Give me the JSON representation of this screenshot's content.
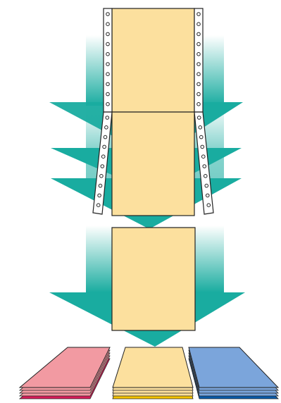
{
  "diagram": {
    "colors": {
      "paper": "#fce09e",
      "paper_stroke": "#222222",
      "arrow": "#19aca0",
      "arrow_fade": "#ffffff",
      "strip": "#ffffff",
      "hole": "#ffffff",
      "stack_red": "#f29aa2",
      "stack_red_edge": "#d81d5a",
      "stack_yellow": "#fce09e",
      "stack_yellow_edge": "#f5c400",
      "stack_blue": "#7ba5db",
      "stack_blue_edge": "#0a5aa8"
    },
    "stages": [
      "continuous-form-paper",
      "separated-sheet",
      "sorted-stacks"
    ],
    "stacks": [
      "red",
      "yellow",
      "blue"
    ]
  }
}
